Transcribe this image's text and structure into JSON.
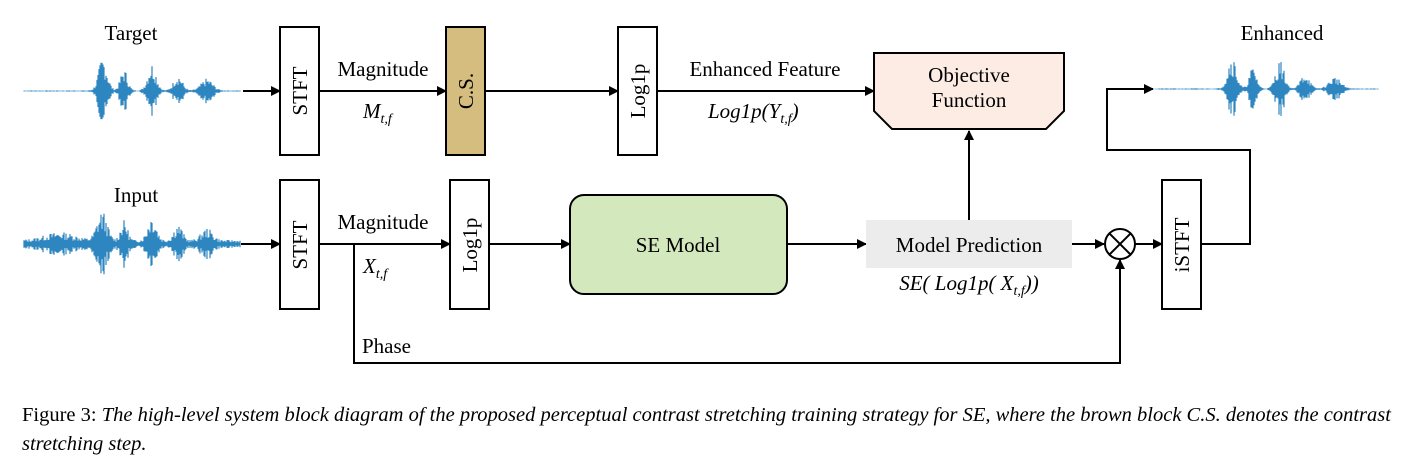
{
  "labels": {
    "target": "Target",
    "input": "Input",
    "enhanced": "Enhanced",
    "stft": "STFT",
    "istft": "iSTFT",
    "magnitude": "Magnitude",
    "cs": "C.S.",
    "log1p": "Log1p",
    "enhanced_feature": "Enhanced Feature",
    "objective_function_line1": "Objective",
    "objective_function_line2": "Function",
    "se_model": "SE Model",
    "model_prediction": "Model Prediction",
    "phase": "Phase",
    "m_main": "M",
    "m_sub": "t,f",
    "x_main": "X",
    "x_sub": "t,f",
    "log1p_y_pre": "Log1p(Y",
    "log1p_y_sub": "t,f",
    "log1p_y_post": ")",
    "se_pred_pre": "SE( Log1p( X",
    "se_pred_sub": "t,f",
    "se_pred_post": "))",
    "multiply_symbol": "⊗"
  },
  "caption": {
    "prefix": "Figure 3: ",
    "text": "The high-level system block diagram of the proposed perceptual contrast stretching training strategy for SE, where the brown block C.S. denotes the contrast stretching step."
  },
  "colors": {
    "waveform": "#2e86c1",
    "cs_block": "#d4bd7e",
    "objective_fill": "#fcece4",
    "se_model_fill": "#d3e8bd",
    "prediction_fill": "#ececec"
  }
}
